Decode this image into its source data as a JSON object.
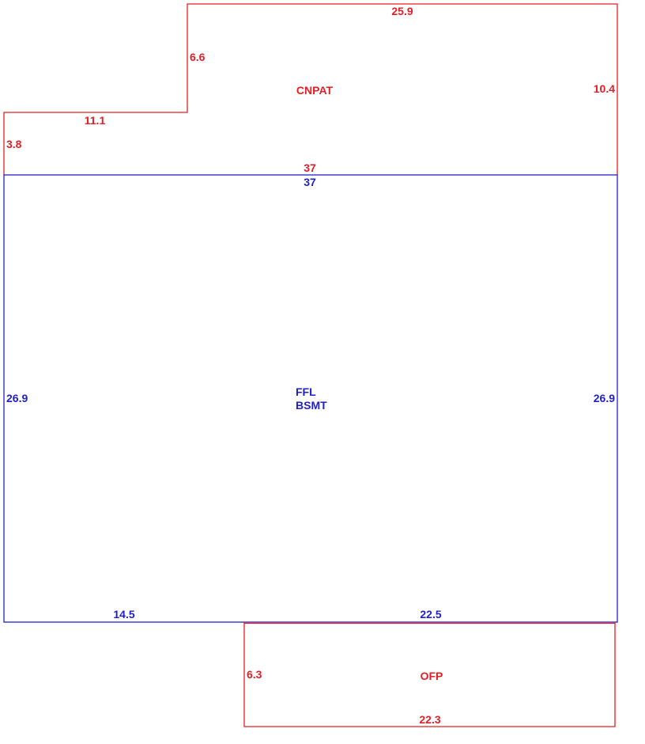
{
  "colors": {
    "cnpat": "#e31e24",
    "main": "#1f1fc8",
    "ofp": "#e31e24"
  },
  "areas": {
    "cnpat": {
      "label": "CNPAT",
      "dims": {
        "top": "25.9",
        "step_vertical": "6.6",
        "right": "10.4",
        "step_horizontal": "11.1",
        "left": "3.8",
        "bottom": "37"
      }
    },
    "main": {
      "label_line1": "FFL",
      "label_line2": "BSMT",
      "dims": {
        "top": "37",
        "left": "26.9",
        "right": "26.9",
        "bottom_left": "14.5",
        "bottom_right": "22.5"
      }
    },
    "ofp": {
      "label": "OFP",
      "dims": {
        "left": "6.3",
        "bottom": "22.3"
      }
    }
  }
}
